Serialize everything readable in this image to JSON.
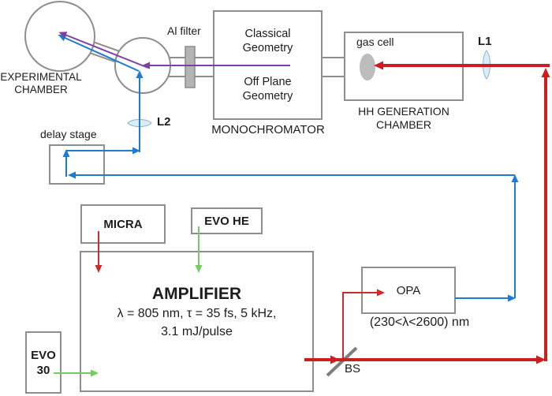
{
  "components": {
    "experimental_chamber": {
      "label": "EXPERIMENTAL\nCHAMBER"
    },
    "al_filter": {
      "label": "Al filter"
    },
    "monochromator": {
      "label": "MONOCHROMATOR",
      "classical": "Classical\nGeometry",
      "off_plane": "Off Plane\nGeometry"
    },
    "hh_chamber": {
      "label": "HH GENERATION\nCHAMBER",
      "gas_cell": "gas cell"
    },
    "l1": {
      "label": "L1"
    },
    "l2": {
      "label": "L2"
    },
    "delay_stage": {
      "label": "delay stage"
    },
    "micra": {
      "label": "MICRA"
    },
    "evo_he": {
      "label": "EVO HE"
    },
    "evo_30": {
      "label": "EVO\n30"
    },
    "amplifier": {
      "label": "AMPLIFIER",
      "specs_line1": "λ = 805 nm, τ = 35 fs, 5 kHz,",
      "specs_line2": "3.1 mJ/pulse"
    },
    "opa": {
      "label": "OPA",
      "range": "(230<λ<2600) nm"
    },
    "beam_splitter": {
      "label": "BS"
    }
  },
  "colors": {
    "ir_beam_red": "#cb1f1f",
    "thin_red": "#cb2b2b",
    "opa_beam_blue": "#1e7bd2",
    "xuv_beam_purple": "#7e3fa5",
    "pump_green": "#74cb60",
    "outline_gray": "#8e8e8e"
  }
}
